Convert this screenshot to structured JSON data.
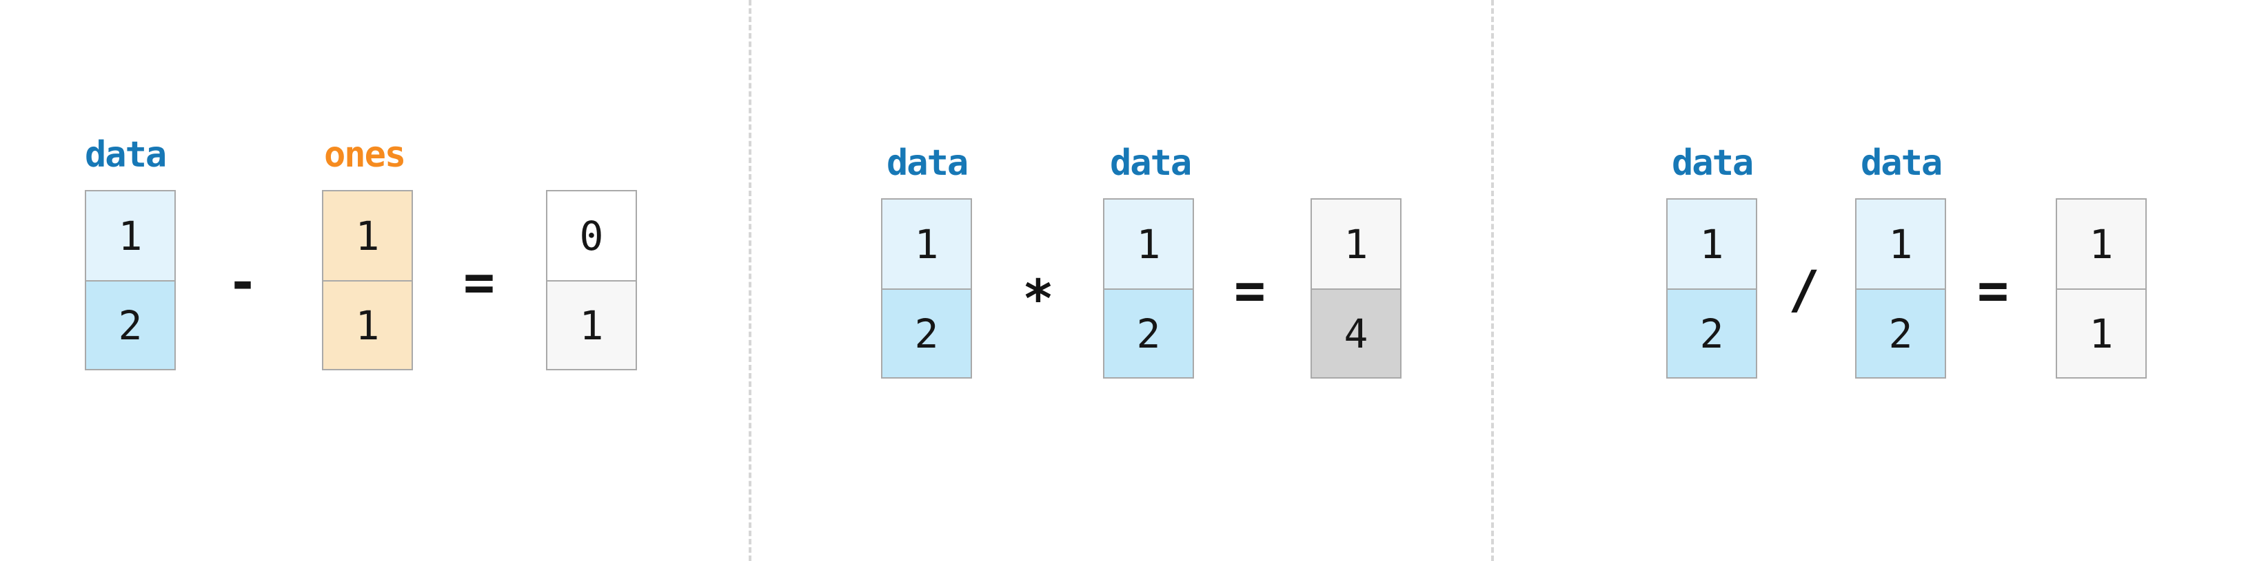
{
  "figure": {
    "description": "Three-panel diagram of elementwise NumPy array arithmetic on 2x1 columns",
    "background": "#ffffff"
  },
  "colors": {
    "label_blue": "#1778b6",
    "label_orange": "#f68b1f",
    "cell_blue_light": "#e3f3fc",
    "cell_blue_medium": "#c2e8f9",
    "cell_orange_light": "#fbe6c3",
    "cell_white": "#ffffff",
    "cell_gray_light": "#f7f7f7",
    "cell_gray_medium": "#d2d2d2",
    "cell_border": "#a9a9a9",
    "divider_gray": "#d6d6d6",
    "number_text": "#161616",
    "operator_text": "#141414"
  },
  "panels": [
    {
      "id": "subtraction",
      "left": {
        "label": "data",
        "label_color": "#1778b6",
        "cells": [
          "1",
          "2"
        ],
        "cell_colors": [
          "#e3f3fc",
          "#c2e8f9"
        ]
      },
      "operator": "-",
      "right": {
        "label": "ones",
        "label_color": "#f68b1f",
        "cells": [
          "1",
          "1"
        ],
        "cell_colors": [
          "#fbe6c3",
          "#fbe6c3"
        ]
      },
      "equals": "=",
      "result": {
        "cells": [
          "0",
          "1"
        ],
        "cell_colors": [
          "#ffffff",
          "#f7f7f7"
        ]
      }
    },
    {
      "id": "multiplication",
      "left": {
        "label": "data",
        "label_color": "#1778b6",
        "cells": [
          "1",
          "2"
        ],
        "cell_colors": [
          "#e3f3fc",
          "#c2e8f9"
        ]
      },
      "operator": "*",
      "right": {
        "label": "data",
        "label_color": "#1778b6",
        "cells": [
          "1",
          "2"
        ],
        "cell_colors": [
          "#e3f3fc",
          "#c2e8f9"
        ]
      },
      "equals": "=",
      "result": {
        "cells": [
          "1",
          "4"
        ],
        "cell_colors": [
          "#f7f7f7",
          "#d2d2d2"
        ]
      }
    },
    {
      "id": "division",
      "left": {
        "label": "data",
        "label_color": "#1778b6",
        "cells": [
          "1",
          "2"
        ],
        "cell_colors": [
          "#e3f3fc",
          "#c2e8f9"
        ]
      },
      "operator": "/",
      "right": {
        "label": "data",
        "label_color": "#1778b6",
        "cells": [
          "1",
          "2"
        ],
        "cell_colors": [
          "#e3f3fc",
          "#c2e8f9"
        ]
      },
      "equals": "=",
      "result": {
        "cells": [
          "1",
          "1"
        ],
        "cell_colors": [
          "#f7f7f7",
          "#f7f7f7"
        ]
      }
    }
  ]
}
